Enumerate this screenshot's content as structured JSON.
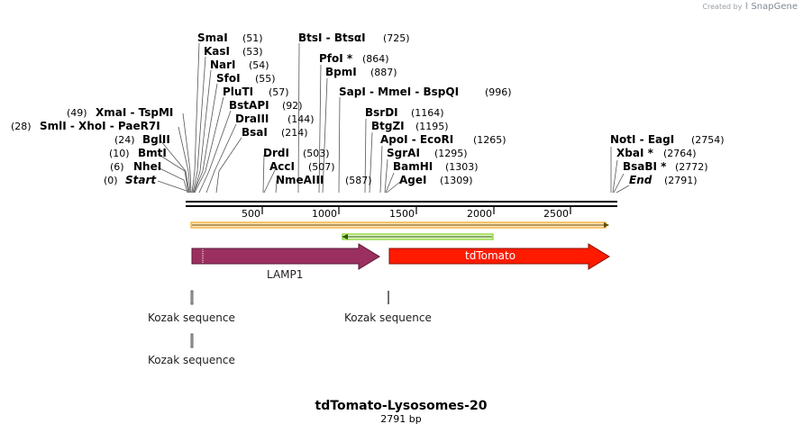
{
  "credit": {
    "prefix": "Created by",
    "brand": "SnapGene",
    "icon": "snapgene-logo-icon"
  },
  "title": "tdTomato-Lysosomes-20",
  "subtitle": "2791 bp",
  "sequence_length": 2791,
  "ruler_ticks": [
    500,
    1000,
    1500,
    2000,
    2500
  ],
  "sites_left": [
    {
      "name": "SmaI",
      "pos": "(51)"
    },
    {
      "name": "KasI",
      "pos": "(53)"
    },
    {
      "name": "NarI",
      "pos": "(54)"
    },
    {
      "name": "SfoI",
      "pos": "(55)"
    },
    {
      "name": "PluTI",
      "pos": "(57)"
    },
    {
      "name": "BstAPI",
      "pos": "(92)"
    },
    {
      "name": "DraIII",
      "pos": "(144)"
    },
    {
      "name": "BsaI",
      "pos": "(214)"
    }
  ],
  "sites_left_far": [
    {
      "pos": "(49)",
      "name": "XmaI  - TspMI"
    },
    {
      "pos": "(28)",
      "name": "SmlI  - XhoI  - PaeR7I"
    },
    {
      "pos": "(24)",
      "name": "BglII"
    },
    {
      "pos": "(10)",
      "name": "BmtI"
    },
    {
      "pos": "(6)",
      "name": "NheI"
    },
    {
      "pos": "(0)",
      "name": "Start"
    }
  ],
  "sites_mid": [
    {
      "name": "BtsI  - BtsαI",
      "pos": "(725)"
    },
    {
      "name": "PfoI *",
      "pos": "(864)"
    },
    {
      "name": "BpmI",
      "pos": "(887)"
    },
    {
      "name": "SapI  - MmeI  - BspQI",
      "pos": "(996)"
    },
    {
      "name": "DrdI",
      "pos": "(503)"
    },
    {
      "name": "AccI",
      "pos": "(507)"
    },
    {
      "name": "NmeAIII",
      "pos": "(587)"
    }
  ],
  "sites_mid2": [
    {
      "name": "BsrDI",
      "pos": "(1164)"
    },
    {
      "name": "BtgZI",
      "pos": "(1195)"
    },
    {
      "name": "ApoI  - EcoRI",
      "pos": "(1265)"
    },
    {
      "name": "SgrAI",
      "pos": "(1295)"
    },
    {
      "name": "BamHI",
      "pos": "(1303)"
    },
    {
      "name": "AgeI",
      "pos": "(1309)"
    }
  ],
  "sites_right": [
    {
      "name": "NotI  - EagI",
      "pos": "(2754)"
    },
    {
      "name": "XbaI *",
      "pos": "(2764)"
    },
    {
      "name": "BsaBI *",
      "pos": "(2772)"
    },
    {
      "name": "End",
      "pos": "(2791)"
    }
  ],
  "features": {
    "lamp1": "LAMP1",
    "tdtomato": "tdTomato",
    "kozak1": "Kozak sequence",
    "kozak2": "Kozak sequence",
    "kozak3": "Kozak sequence"
  },
  "colors": {
    "lamp1": "#9b3060",
    "tdtomato": "#ff1a00",
    "orange_band": "#f5a623",
    "green_band": "#7ed321"
  }
}
